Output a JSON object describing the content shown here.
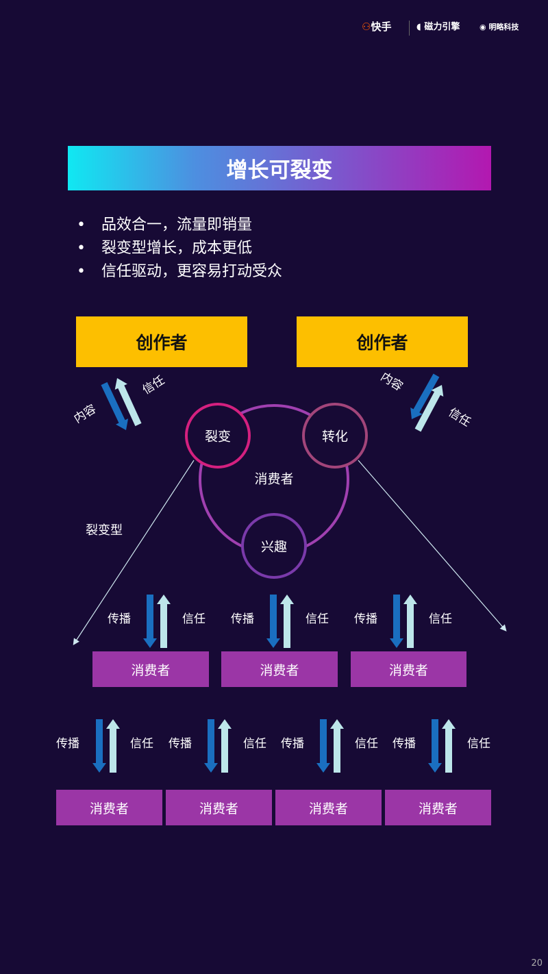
{
  "header": {
    "logos": [
      "快手",
      "磁力引擎",
      "明略科技"
    ]
  },
  "title": "增长可裂变",
  "bullets": [
    "品效合一，流量即销量",
    "裂变型增长，成本更低",
    "信任驱动，更容易打动受众"
  ],
  "diagram": {
    "creators": [
      "创作者",
      "创作者"
    ],
    "content_label": "内容",
    "trust_label": "信任",
    "center_label": "消费者",
    "circles": [
      "裂变",
      "转化",
      "兴趣"
    ],
    "fission_label": "裂变型",
    "spread_label": "传播",
    "consumer_label": "消费者"
  },
  "colors": {
    "background": "#170a35",
    "creator": "#fdbf00",
    "consumer": "#9b36a6",
    "arrow_down": "#1a6fc0",
    "arrow_up": "#bde6ea"
  },
  "page_number": "20"
}
